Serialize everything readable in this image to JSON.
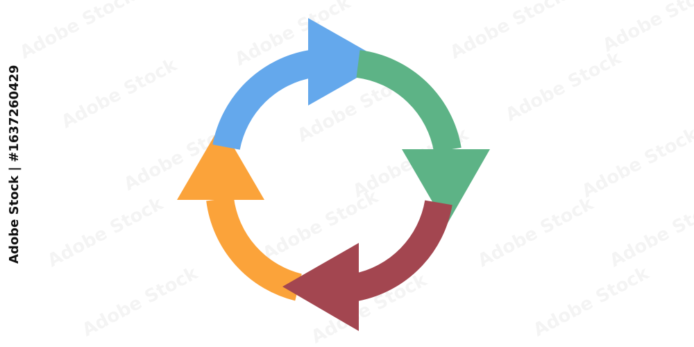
{
  "stock": {
    "id_text": "Adobe Stock | #1637260429",
    "watermark_text": "Adobe Stock"
  },
  "cycle": {
    "segments": [
      {
        "name": "blue-arrow",
        "color": "#64a8ec"
      },
      {
        "name": "green-arrow",
        "color": "#5db386"
      },
      {
        "name": "red-arrow",
        "color": "#a34650"
      },
      {
        "name": "orange-arrow",
        "color": "#fba33a"
      }
    ]
  }
}
